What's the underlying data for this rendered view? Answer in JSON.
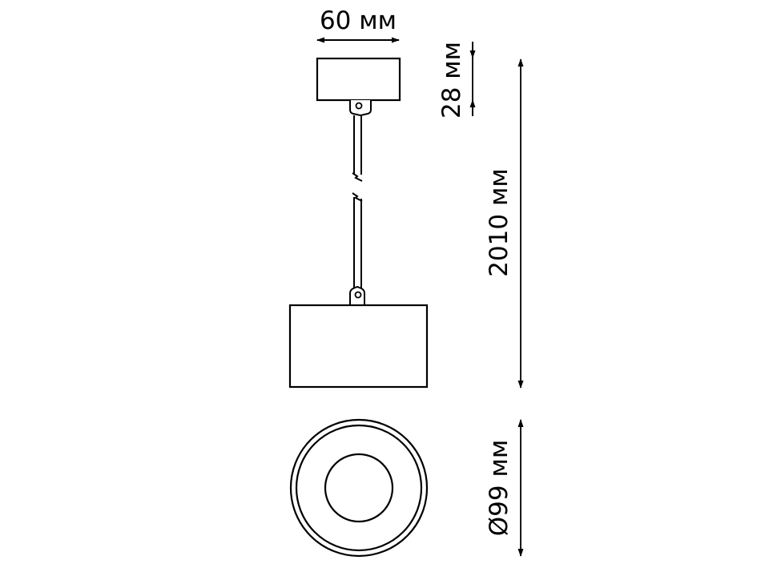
{
  "diagram": {
    "title": "Pendant lamp dimensions",
    "colors": {
      "stroke": "#000000",
      "background": "#ffffff"
    },
    "dimensions": {
      "canopy_width": "60 мм",
      "canopy_height": "28 мм",
      "total_length": "2010 мм",
      "shade_diameter": "Ø99 мм"
    },
    "parts": {
      "canopy": "Ceiling canopy",
      "cable": "Suspension cable (broken view)",
      "shade": "Cylindrical lamp shade (side view)",
      "bottom_view": "Lamp bottom view"
    }
  }
}
